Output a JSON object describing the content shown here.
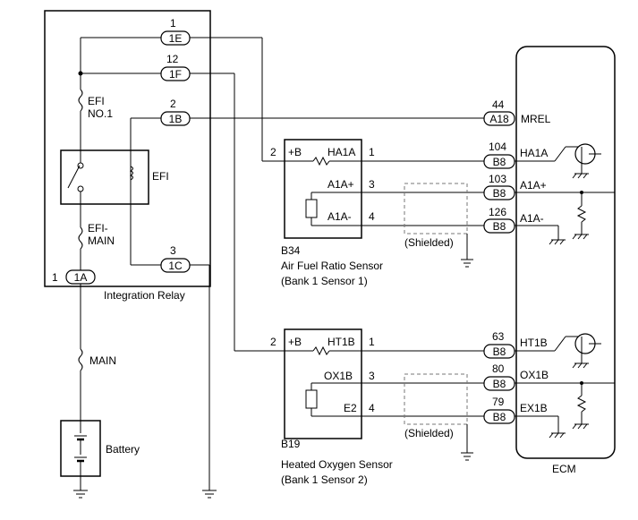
{
  "relay": {
    "title": "Integration Relay",
    "efi_no1": [
      "EFI",
      "NO.1"
    ],
    "efi": "EFI",
    "efi_main": [
      "EFI-",
      "MAIN"
    ],
    "pins": [
      {
        "num": "1",
        "conn": "1E"
      },
      {
        "num": "12",
        "conn": "1F"
      },
      {
        "num": "2",
        "conn": "1B"
      },
      {
        "num": "3",
        "conn": "1C"
      },
      {
        "num": "1",
        "conn": "1A"
      }
    ]
  },
  "main_fuse": "MAIN",
  "battery": "Battery",
  "afs": {
    "code": "B34",
    "name": "Air Fuel Ratio Sensor",
    "bank": "(Bank 1 Sensor 1)",
    "plus_b": "+B",
    "pin_in": "2",
    "rows": [
      {
        "label": "HA1A",
        "pin": "1"
      },
      {
        "label": "A1A+",
        "pin": "3"
      },
      {
        "label": "A1A-",
        "pin": "4"
      }
    ],
    "shielded": "(Shielded)"
  },
  "hos": {
    "code": "B19",
    "name": "Heated Oxygen Sensor",
    "bank": "(Bank 1 Sensor 2)",
    "plus_b": "+B",
    "pin_in": "2",
    "rows": [
      {
        "label": "HT1B",
        "pin": "1"
      },
      {
        "label": "OX1B",
        "pin": "3"
      },
      {
        "label": "E2",
        "pin": "4"
      }
    ],
    "shielded": "(Shielded)"
  },
  "ecm": {
    "title": "ECM",
    "rows": [
      {
        "num": "44",
        "conn": "A18",
        "label": "MREL"
      },
      {
        "num": "104",
        "conn": "B8",
        "label": "HA1A"
      },
      {
        "num": "103",
        "conn": "B8",
        "label": "A1A+"
      },
      {
        "num": "126",
        "conn": "B8",
        "label": "A1A-"
      },
      {
        "num": "63",
        "conn": "B8",
        "label": "HT1B"
      },
      {
        "num": "80",
        "conn": "B8",
        "label": "OX1B"
      },
      {
        "num": "79",
        "conn": "B8",
        "label": "EX1B"
      }
    ]
  }
}
